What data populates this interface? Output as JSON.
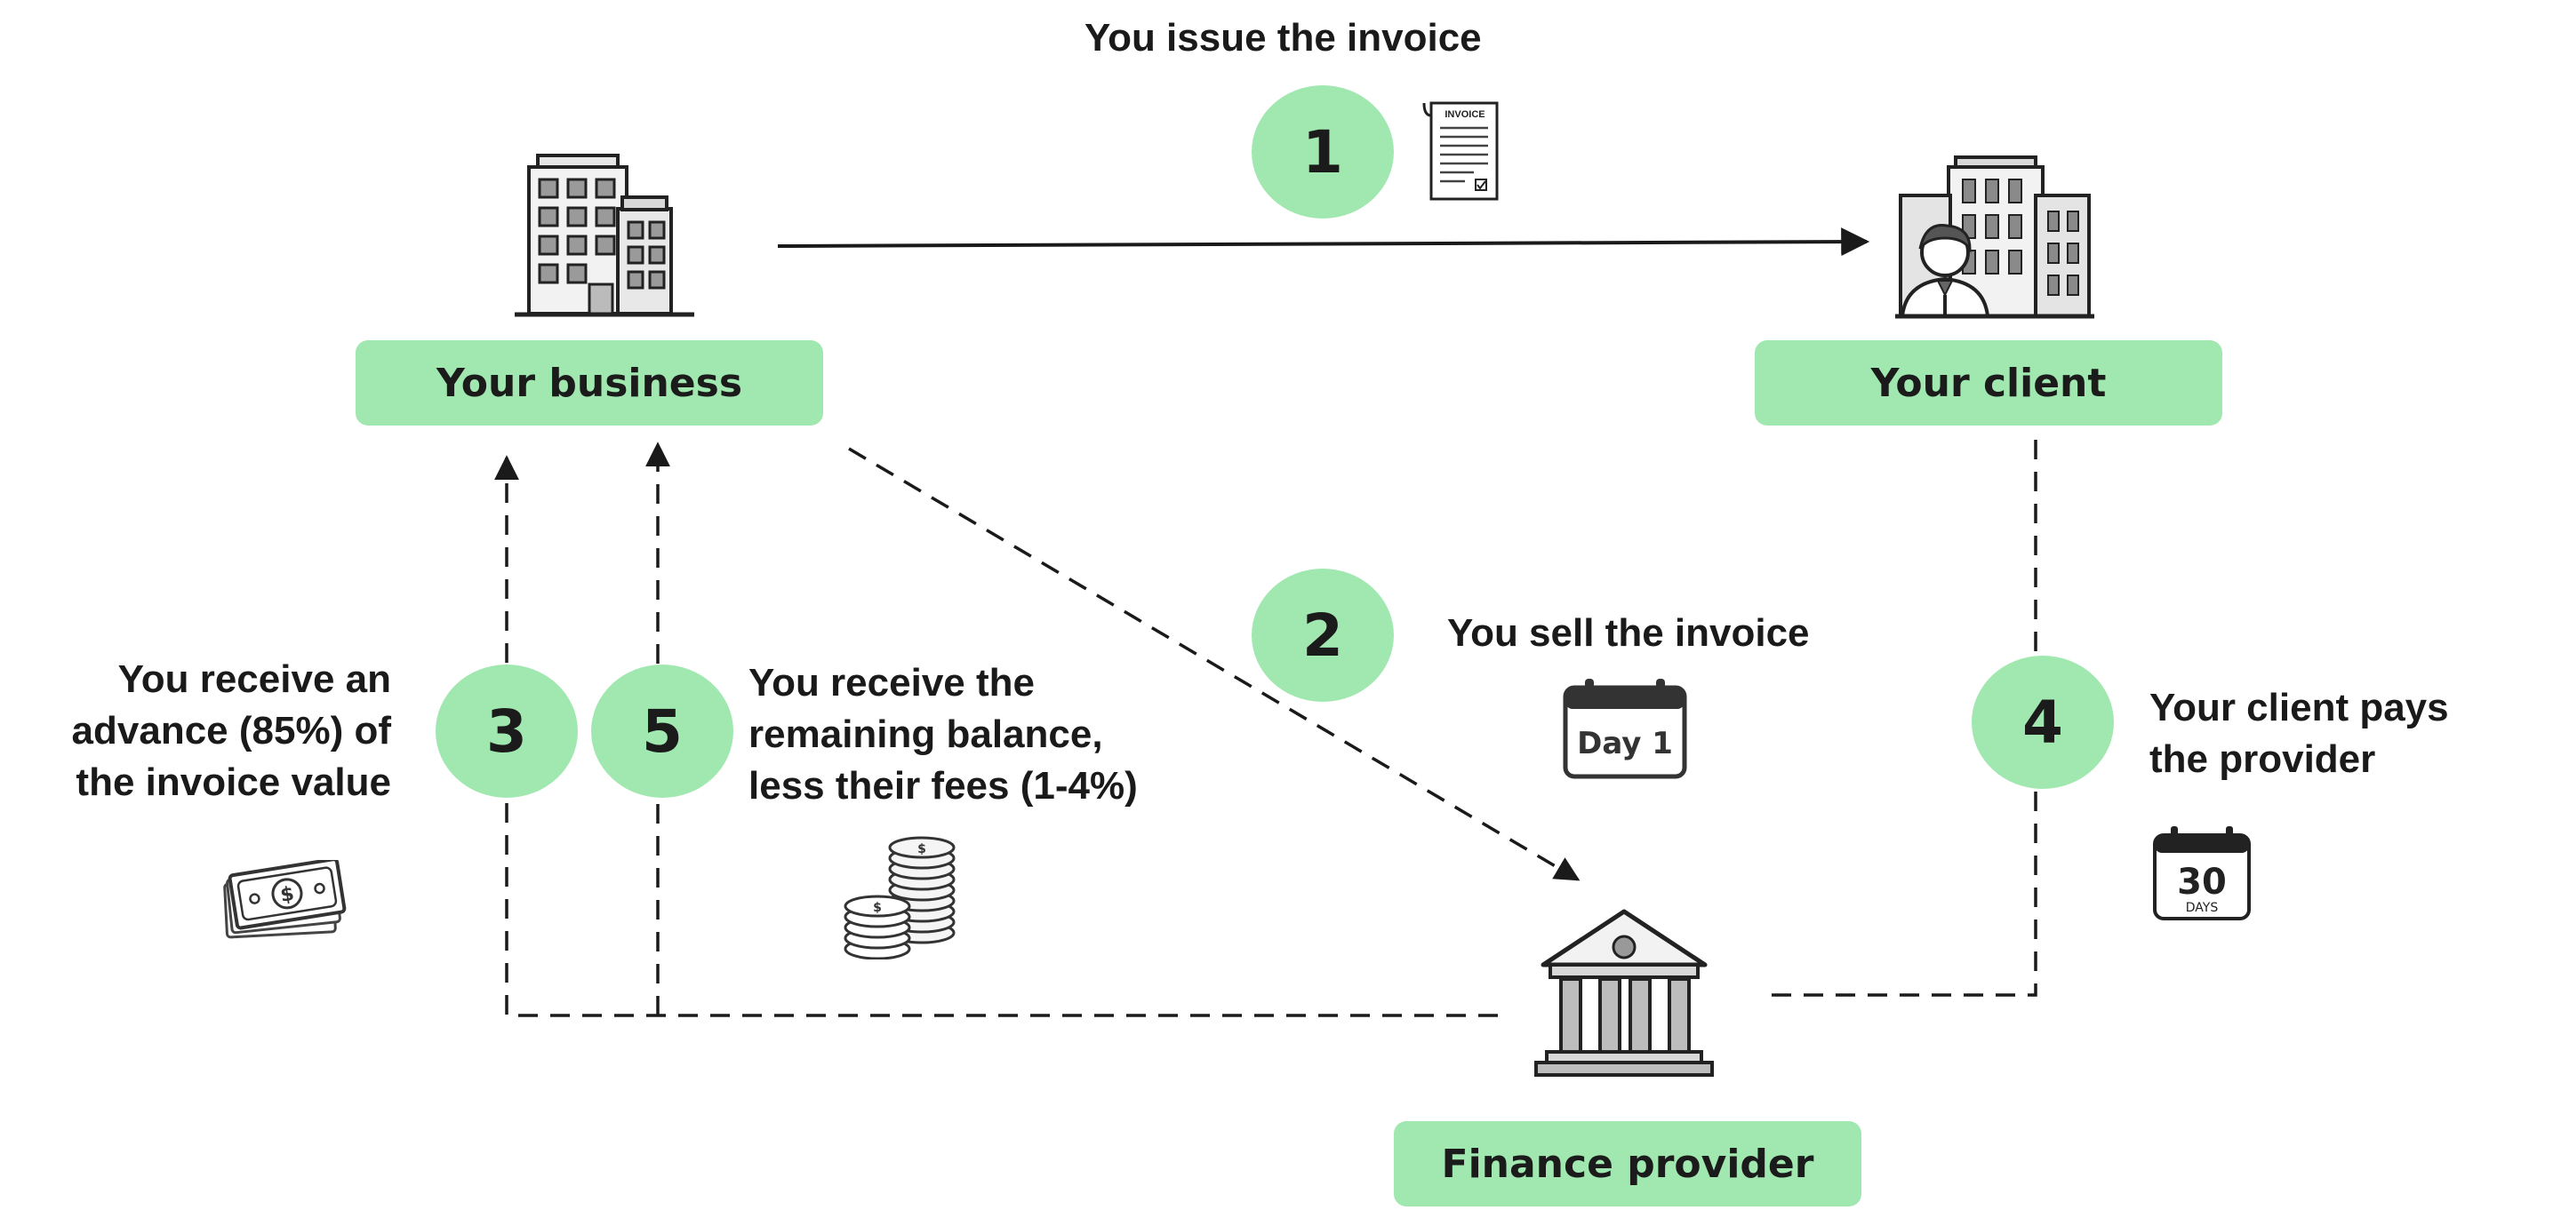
{
  "nodes": {
    "your_business": "Your business",
    "your_client": "Your client",
    "finance_provider": "Finance provider"
  },
  "steps": [
    {
      "number": "1",
      "text": "You issue the invoice"
    },
    {
      "number": "2",
      "text": "You sell the invoice"
    },
    {
      "number": "3",
      "lines": [
        "You receive an",
        "advance (85%) of",
        "the invoice value"
      ]
    },
    {
      "number": "4",
      "lines": [
        "Your client pays",
        "the provider"
      ]
    },
    {
      "number": "5",
      "lines": [
        "You receive the",
        "remaining balance,",
        "less their fees (1-4%)"
      ]
    }
  ],
  "icons": {
    "invoice_doc": {
      "name": "invoice-document-icon",
      "text": "INVOICE"
    },
    "calendar_day1": {
      "name": "calendar-day-icon",
      "text": "Day 1"
    },
    "calendar_30": {
      "name": "calendar-30-days-icon",
      "number": "30",
      "caption": "DAYS"
    },
    "business_building": {
      "name": "office-building-icon"
    },
    "client_building": {
      "name": "client-building-icon"
    },
    "bank": {
      "name": "bank-icon"
    },
    "cash": {
      "name": "cash-bills-icon"
    },
    "coins": {
      "name": "coin-stacks-icon"
    }
  },
  "colors": {
    "accent_green": "#a0e8b0",
    "line": "#1a1a1a"
  }
}
